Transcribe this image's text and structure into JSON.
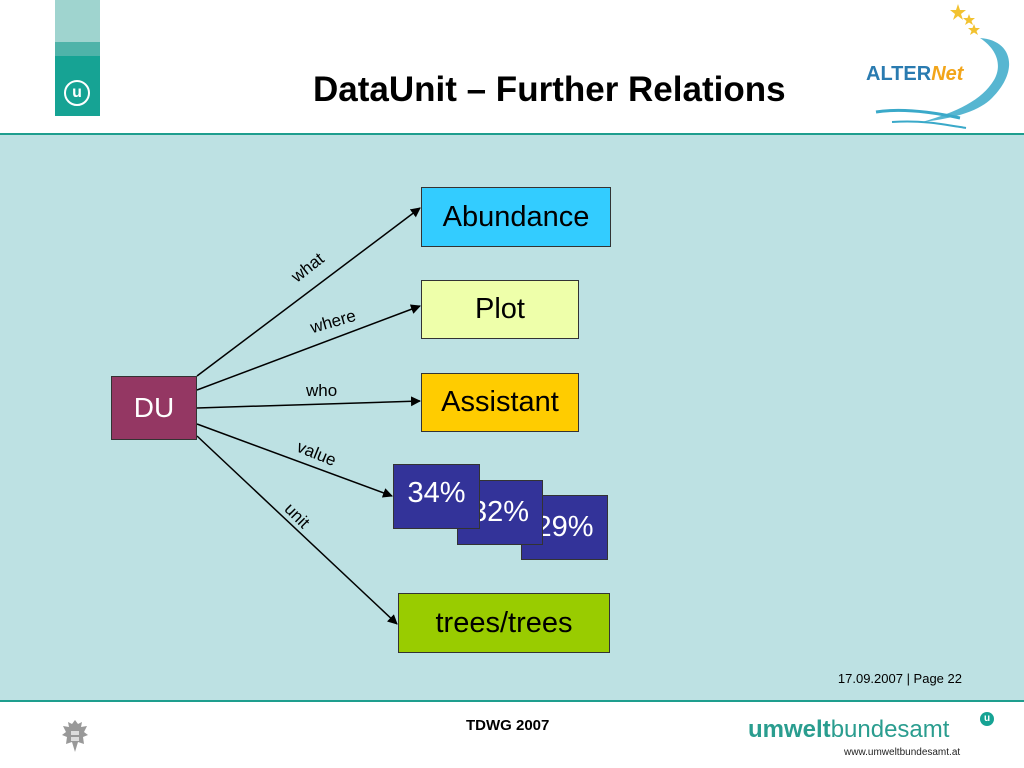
{
  "header": {
    "title": "DataUnit – Further Relations",
    "left_logo_letter": "u",
    "right_logo_text_a": "ALTER",
    "right_logo_text_b": "Net"
  },
  "diagram": {
    "source": "DU",
    "targets": {
      "what": "Abundance",
      "where": "Plot",
      "who": "Assistant",
      "unit": "trees/trees"
    },
    "values": [
      "34%",
      "32%",
      "29%"
    ],
    "relations": [
      "what",
      "where",
      "who",
      "value",
      "unit"
    ]
  },
  "footer": {
    "date_page": "17.09.2007 | Page 22",
    "conference": "TDWG 2007",
    "brand_bold": "umwelt",
    "brand_regular": "bundesamt",
    "brand_badge": "u",
    "url": "www.umweltbundesamt.at"
  },
  "colors": {
    "du": "#943763",
    "abundance": "#33ccff",
    "plot": "#eeffaa",
    "assistant": "#ffcc00",
    "value": "#333399",
    "unit": "#99cc00",
    "background": "#bde1e3",
    "brand_teal": "#16a394"
  }
}
